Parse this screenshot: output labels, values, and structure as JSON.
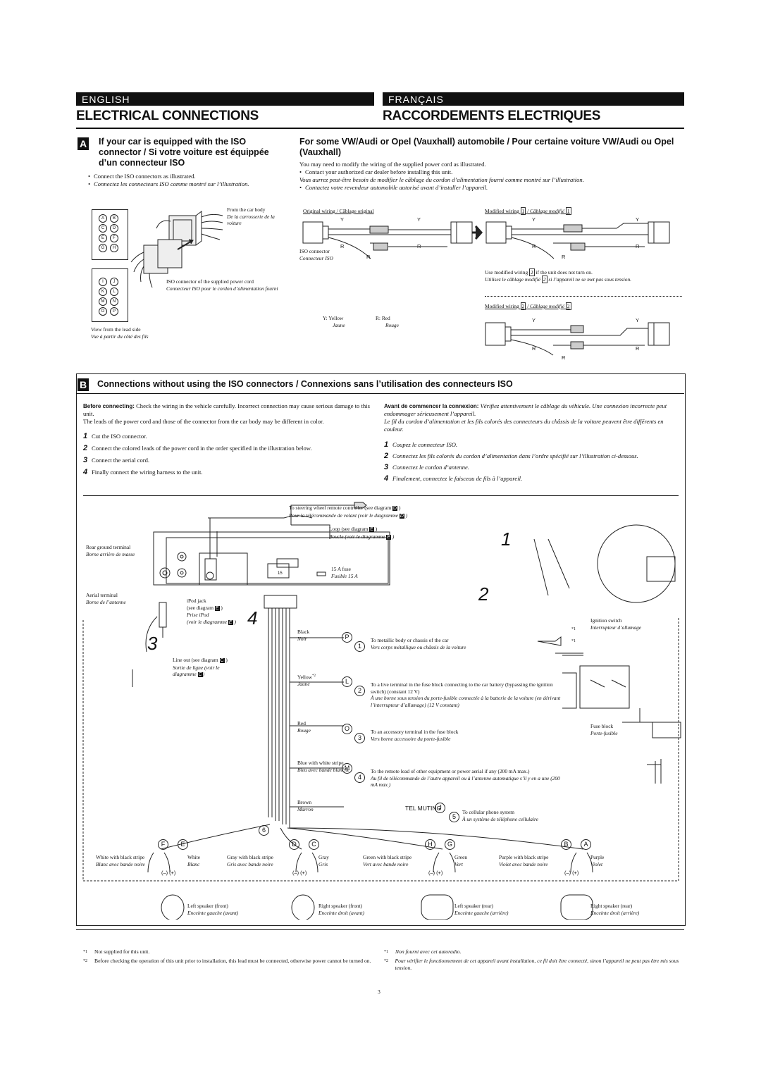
{
  "header": {
    "lang_en": "ENGLISH",
    "lang_fr": "FRANÇAIS",
    "title_en": "ELECTRICAL CONNECTIONS",
    "title_fr": "RACCORDEMENTS ELECTRIQUES"
  },
  "section_a": {
    "badge": "A",
    "heading": "If your car is equipped with the ISO connector / Si votre voiture est équippée d’un connecteur ISO",
    "bullets": [
      "Connect the ISO connectors as illustrated.",
      "Connectez les connecteurs ISO comme montré sur l’illustration."
    ],
    "labels": {
      "from_car_body": "From the car body",
      "from_car_body_fr": "De la carrosserie de la voiture",
      "iso_supplied": "ISO connector of the supplied power cord",
      "iso_supplied_fr": "Connecteur ISO pour le cordon d’alimentation fourni",
      "view_from_lead": "View from the lead side",
      "view_from_lead_fr": "Vue à partir du côté des fils"
    },
    "pin_letters_top": [
      "A",
      "B",
      "C",
      "D",
      "E",
      "F",
      "G",
      "H"
    ],
    "pin_letters_bottom": [
      "I",
      "J",
      "K",
      "L",
      "M",
      "N",
      "O",
      "P"
    ]
  },
  "section_vw": {
    "heading": "For some VW/Audi or Opel (Vauxhall) automobile / Pour certaine voiture VW/Audi ou Opel (Vauxhall)",
    "intro": "You may need to modify the wiring of the supplied power cord as illustrated.",
    "bullet_en": "Contact your authorized car dealer before installing this unit.",
    "intro_fr": "Vous aurrez peut-être besoin de modifier le câblage du cordon d’alimentation fourni comme montré sur l’illustration.",
    "bullet_fr": "Contactez votre revendeur automobile autorisé avant d’installer l’appareil.",
    "original_wiring": "Original wiring / Câblage original",
    "modified_1": "Modified wiring",
    "modified_1_fr": "/ Câblage modifié",
    "box1": "1",
    "box2": "2",
    "iso_connector": "ISO connector",
    "iso_connector_fr": "Connecteur ISO",
    "use_modified": "Use modified wiring",
    "use_modified_tail": "if the unit does not turn on.",
    "use_modified_fr": "Utilisez le câblage modifié",
    "use_modified_fr_tail": "si l’appareil ne se met pas sous tension.",
    "y": "Y",
    "r": "R",
    "legend_y": "Y:  Yellow",
    "legend_y_fr": "Jaune",
    "legend_r": "R:  Red",
    "legend_r_fr": "Rouge"
  },
  "section_b": {
    "badge": "B",
    "heading": "Connections without using the ISO connectors / Connexions sans l’utilisation des connecteurs ISO",
    "before_label": "Before connecting:",
    "before_text": "Check the wiring in the vehicle carefully. Incorrect connection may cause serious damage to this unit.",
    "leads_text": "The leads of the power cord and those of the connector from the car body may be different in color.",
    "steps_en": [
      "Cut the ISO connector.",
      "Connect the colored leads of the power cord in the order specified in the illustration below.",
      "Connect the aerial cord.",
      "Finally connect the wiring harness to the unit."
    ],
    "before_label_fr": "Avant de commencer la connexion:",
    "before_text_fr": "Vérifiez attentivement le câblage du véhicule. Une connexion incorrecte peut endommager sérieusement l’appareil.",
    "leads_text_fr": "Le fil du cordon d’alimentation et les fils colorés des connecteurs du châssis de la voiture peuvent être différents en couleur.",
    "steps_fr": [
      "Coupez le connecteur ISO.",
      "Connectez les fils colorés du cordon d’alimentation dans l’ordre spécifié sur l’illustration ci-dessous.",
      "Connectez le cordon d’antenne.",
      "Finalement, connectez le faisceau de fils à l’appareil."
    ],
    "step_numbers": [
      "1",
      "2",
      "3",
      "4"
    ]
  },
  "diagram": {
    "steering": "To steering wheel remote controller (see diagram",
    "steering_fr": "Pour la télécommande de volant (voir le diagramme",
    "loop": "Loop (see diagram",
    "loop_fr": "Boucle (voir le diagramme",
    "rear_ground": "Rear ground terminal",
    "rear_ground_fr": "Borne arrière de masse",
    "fuse": "15 A fuse",
    "fuse_fr": "Fusible 15 A",
    "fuse_mark": "15",
    "aerial": "Aerial terminal",
    "aerial_fr": "Borne de l’antenne",
    "ipod": "iPod jack",
    "ipod_see": "(see diagram",
    "ipod_fr": "Prise iPod",
    "ipod_fr_see": "(voir le diagramme",
    "lineout": "Line out (see diagram",
    "lineout_fr": "Sortie de ligne (voir le",
    "lineout_fr2": "diagramme",
    "ref_d": "D",
    "ref_e": "E",
    "ref_c": "C",
    "big1": "1",
    "big2": "2",
    "big3": "3",
    "big4": "4",
    "ignition": "Ignition switch",
    "ignition_fr": "Interrupteur d’allumage",
    "fuse_block": "Fuse block",
    "fuse_block_fr": "Porte-fusible",
    "star1": "*1",
    "star2": "*2",
    "bundle_num": "6",
    "wires": [
      {
        "color": "Black",
        "color_fr": "Noir",
        "letter": "P",
        "num": "1",
        "text": "To metallic body or chassis of the car",
        "text_fr": "Vers corps métallique ou châssis de la voiture"
      },
      {
        "color": "Yellow",
        "color_fr": "Jaune",
        "letter": "L",
        "num": "2",
        "text": "To a live terminal in the fuse block connecting to the car battery (bypassing the ignition switch) (constant 12 V)",
        "text_fr": "À une borne sous tension du porte-fusible connectée à la batterie de la voiture (en dérivant l’interrupteur d’allumage) (12 V constant)"
      },
      {
        "color": "Red",
        "color_fr": "Rouge",
        "letter": "O",
        "num": "3",
        "text": "To an accessory terminal in the fuse block",
        "text_fr": "Vers borne accessoire du porte-fusible"
      },
      {
        "color": "Blue with white stripe",
        "color_fr": "Bleu avec bande blanche",
        "letter": "M",
        "num": "4",
        "text": "To the remote lead of other equipment or power aerial if any (200 mA max.)",
        "text_fr": "Au fil de télécommande de l’autre appareil ou à l’antenne automatique s’il y en a une (200 mA max.)"
      },
      {
        "color": "Brown",
        "color_fr": "Marron",
        "letter": "J",
        "num": "5",
        "text": "To cellular phone system",
        "text_fr": "À un système de téléphone cellulaire"
      }
    ],
    "tel_muting": "TEL MUTING",
    "speakers": [
      {
        "l1": "F",
        "l2": "E",
        "neg": "White with black stripe",
        "neg_fr": "Blanc avec bande noire",
        "pos": "White",
        "pos_fr": "Blanc",
        "name": "Left speaker (front)",
        "name_fr": "Enceinte gauche (avant)"
      },
      {
        "l1": "D",
        "l2": "C",
        "neg": "Gray with black stripe",
        "neg_fr": "Gris avec bande noire",
        "pos": "Gray",
        "pos_fr": "Gris",
        "name": "Right speaker (front)",
        "name_fr": "Enceinte droit (avant)"
      },
      {
        "l1": "H",
        "l2": "G",
        "neg": "Green with black stripe",
        "neg_fr": "Vert avec bande noire",
        "pos": "Green",
        "pos_fr": "Vert",
        "name": "Left speaker (rear)",
        "name_fr": "Enceinte gauche (arrière)"
      },
      {
        "l1": "B",
        "l2": "A",
        "neg": "Purple with black stripe",
        "neg_fr": "Violet avec bande noire",
        "pos": "Purple",
        "pos_fr": "Violet",
        "name": "Right speaker (rear)",
        "name_fr": "Enceinte droit (arrière)"
      }
    ],
    "minus_plus": "(–)  (+)"
  },
  "footnotes": {
    "en1_mark": "*1",
    "en1": "Not supplied for this unit.",
    "en2_mark": "*2",
    "en2": "Before checking the operation of this unit prior to installation, this lead must be connected, otherwise power cannot be turned on.",
    "fr1": "Non fourni avec cet autoradio.",
    "fr2": "Pour vérifier le fonctionnement de cet appareil avant installation, ce fil doit être connecté, sinon l’appareil ne peut pas être mis sous tension."
  },
  "page_number": "3"
}
